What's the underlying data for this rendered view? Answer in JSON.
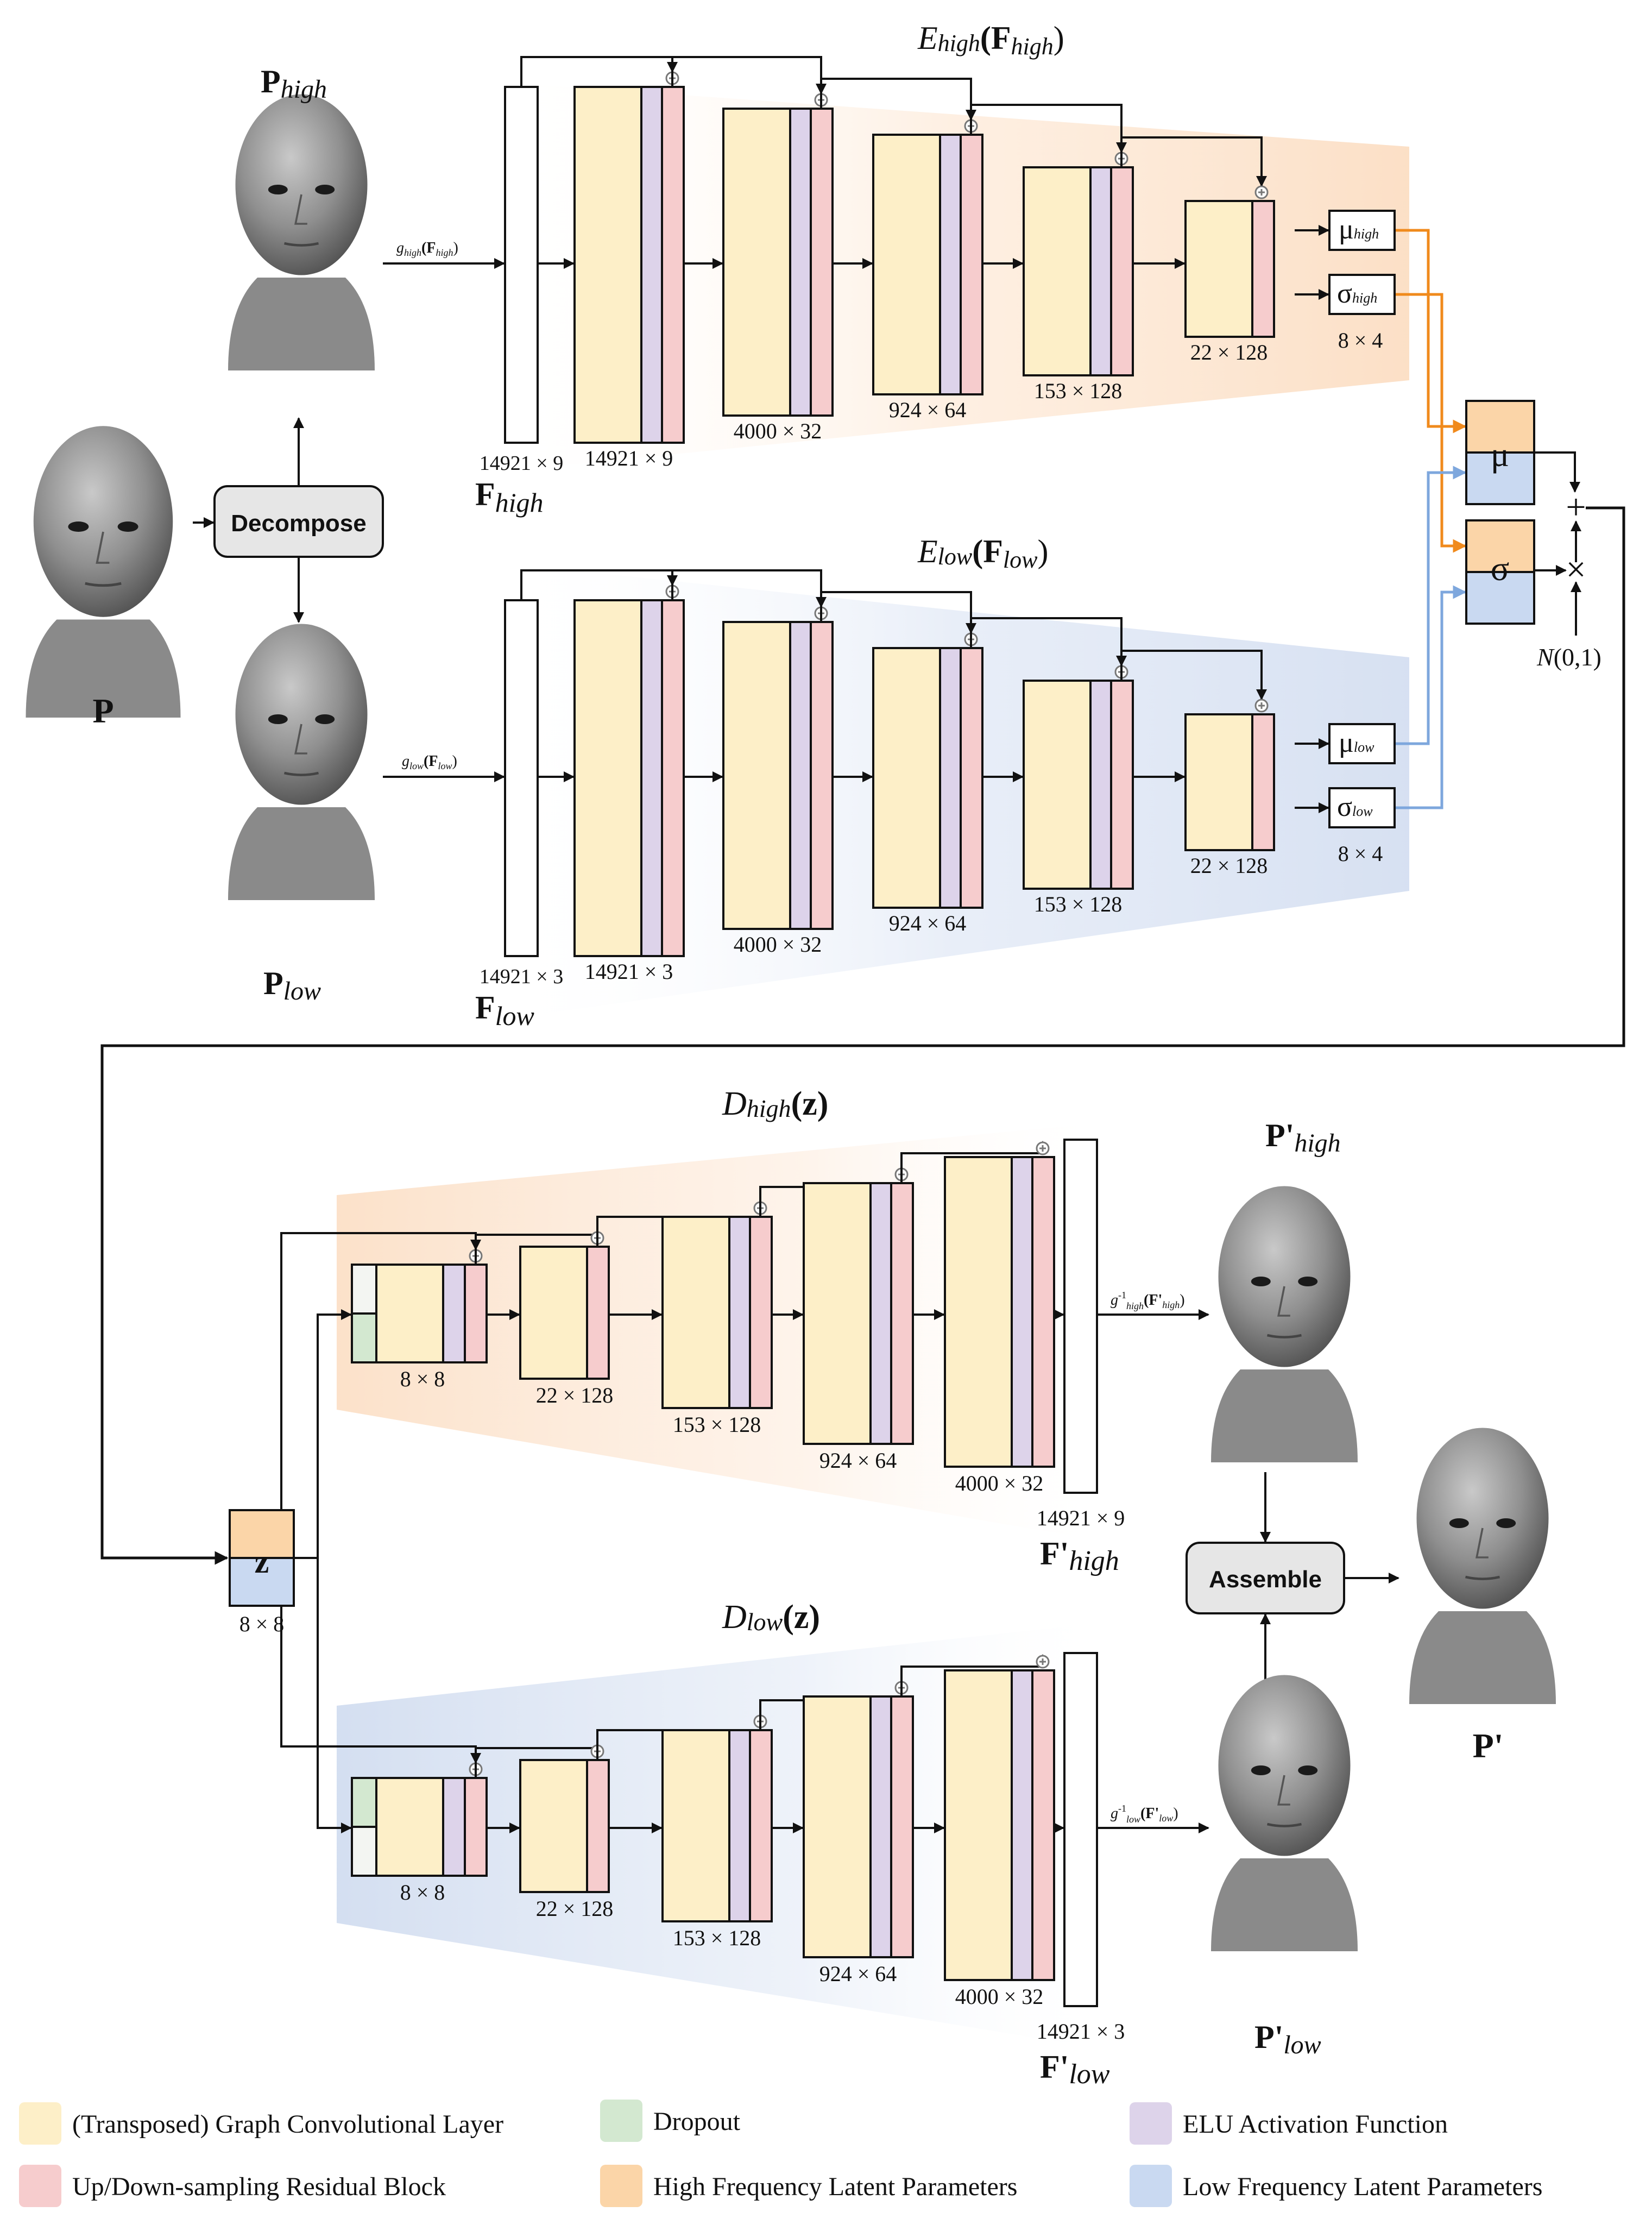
{
  "inputs": {
    "p_label": "P",
    "p_high_main": "P",
    "p_high_sub": "high",
    "p_low_main": "P",
    "p_low_sub": "low",
    "decompose_label": "Decompose",
    "g_high_label": "g",
    "g_high_sub": "high",
    "g_high_arg": "(F",
    "g_high_arg_sub": "high",
    "g_high_close": ")",
    "g_low_label": "g",
    "g_low_sub": "low",
    "g_low_arg": "(F",
    "g_low_arg_sub": "low",
    "g_low_close": ")"
  },
  "encoder_high": {
    "title_E": "E",
    "title_sub": "high",
    "title_arg": "(F",
    "title_arg_sub": "high",
    "title_close": ")",
    "input_dim": "14921 × 9",
    "input_name": "F",
    "input_sub": "high",
    "block_dims": [
      "14921 × 9",
      "4000 × 32",
      "924 × 64",
      "153 × 128",
      "22 × 128"
    ],
    "mu_label": "μ",
    "mu_sub": "high",
    "sigma_label": "σ",
    "sigma_sub": "high",
    "latent_dim": "8 × 4"
  },
  "encoder_low": {
    "title_E": "E",
    "title_sub": "low",
    "title_arg": "(F",
    "title_arg_sub": "low",
    "title_close": ")",
    "input_dim": "14921 × 3",
    "input_name": "F",
    "input_sub": "low",
    "block_dims": [
      "14921 × 3",
      "4000 × 32",
      "924 × 64",
      "153 × 128",
      "22 × 128"
    ],
    "mu_label": "μ",
    "mu_sub": "low",
    "sigma_label": "σ",
    "sigma_sub": "low",
    "latent_dim": "8 × 4"
  },
  "reparam": {
    "mu_label": "μ",
    "sigma_label": "σ",
    "plus": "+",
    "times": "×",
    "noise": "N",
    "noise_args": "(0,1)"
  },
  "latent": {
    "z_label": "z",
    "z_dim": "8 × 8"
  },
  "decoder_high": {
    "title_D": "D",
    "title_sub": "high",
    "title_arg": "(z)",
    "block_dims": [
      "8 × 8",
      "22 × 128",
      "153 × 128",
      "924 × 64",
      "4000 × 32"
    ],
    "output_dim": "14921 × 9",
    "output_name": "F'",
    "output_sub": "high",
    "ginv_label": "g",
    "ginv_sup": "-1",
    "ginv_sub": "high",
    "ginv_arg": "(F'",
    "ginv_arg_sub": "high",
    "ginv_close": ")",
    "face_main": "P'",
    "face_sub": "high"
  },
  "decoder_low": {
    "title_D": "D",
    "title_sub": "low",
    "title_arg": "(z)",
    "block_dims": [
      "8 × 8",
      "22 × 128",
      "153 × 128",
      "924 × 64",
      "4000 × 32"
    ],
    "output_dim": "14921 × 3",
    "output_name": "F'",
    "output_sub": "low",
    "ginv_label": "g",
    "ginv_sup": "-1",
    "ginv_sub": "low",
    "ginv_arg": "(F'",
    "ginv_arg_sub": "low",
    "ginv_close": ")",
    "face_main": "P'",
    "face_sub": "low"
  },
  "output": {
    "assemble_label": "Assemble",
    "final_label": "P'"
  },
  "legend": {
    "items": [
      {
        "label": "(Transposed) Graph Convolutional Layer",
        "color": "#fdefc8"
      },
      {
        "label": "Dropout",
        "color": "#d3e8d0"
      },
      {
        "label": "ELU Activation Function",
        "color": "#ddd3ea"
      },
      {
        "label": "Up/Down-sampling Residual Block",
        "color": "#f6cccd"
      },
      {
        "label": "High Frequency Latent Parameters",
        "color": "#fbd5a8"
      },
      {
        "label": "Low Frequency Latent Parameters",
        "color": "#c9d9f1"
      }
    ]
  },
  "colors": {
    "gcn": "#fdefc8",
    "elu": "#ddd3ea",
    "residual": "#f6cccd",
    "dropout": "#d3e8d0",
    "high_latent": "#fbd5a8",
    "low_latent": "#c9d9f1",
    "high_arrow": "#f08a1c",
    "low_arrow": "#7ea7dd"
  }
}
